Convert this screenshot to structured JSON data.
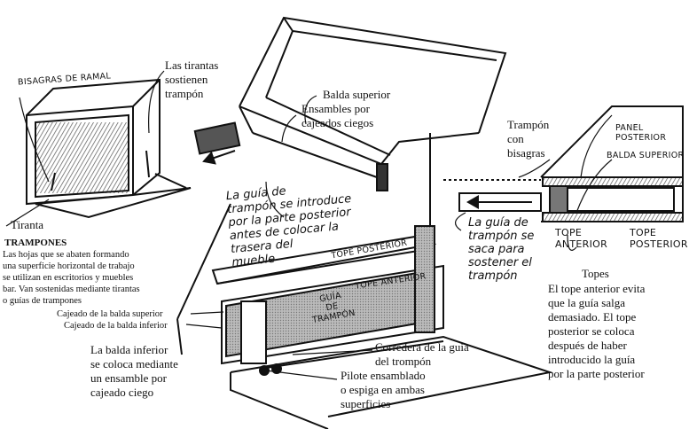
{
  "labels": {
    "bisagras_de_ramal": "BISAGRAS DE RAMAL",
    "tirantas_sostienen": "Las tirantas\nsostienen\ntrampón",
    "balda_superior": "Balda superior",
    "ensambles_cajeados": "Ensambles por\ncajeados ciegos",
    "trampon_bisagras": "Trampón\ncon\nbisagras",
    "panel_posterior": "PANEL\nPOSTERIOR",
    "balda_superior_hand": "BALDA SUPERIOR",
    "tiranta": "Tiranta",
    "tramponos_title": "TRAMPONES",
    "tramponos_desc": "Las hojas que se abaten formando\nuna superficie horizontal de trabajo\nse utilizan en escritorios y muebles\nbar.  Van sostenidas mediante tirantas\no guías de trampones",
    "guia_intro": "La guía de\ntrampón se introduce\npor la parte posterior\nantes de colocar la\ntrasera del\nmueble",
    "guia_saca": "La guía de\ntrampón se\nsaca para\nsostener el\ntrampón",
    "tope_posterior_1": "TOPE POSTERIOR",
    "tope_anterior_1": "TOPE ANTERIOR",
    "tope_anterior_2": "TOPE\nANTERIOR",
    "tope_posterior_2": "TOPE\nPOSTERIOR",
    "guia_de_trampon": "GUÍA\nDE\nTRAMPÓN",
    "cajeado_sup": "Cajeado de la balda superior",
    "cajeado_inf": "Cajeado de la balda inferior",
    "balda_inferior": "La balda inferior\nse coloca mediante\nun ensamble por\ncajeado ciego",
    "corredera": "Corredera de la guía\ndel trompón",
    "pilote": "Pilote ensamblado\no espiga en ambas\nsuperficies",
    "topes": "Topes",
    "tope_explicacion": "El tope anterior evita\nque la guía salga\ndemasiado.  El tope\nposterior se coloca\ndespués de haber\nintroducido la guía\npor la parte posterior"
  }
}
